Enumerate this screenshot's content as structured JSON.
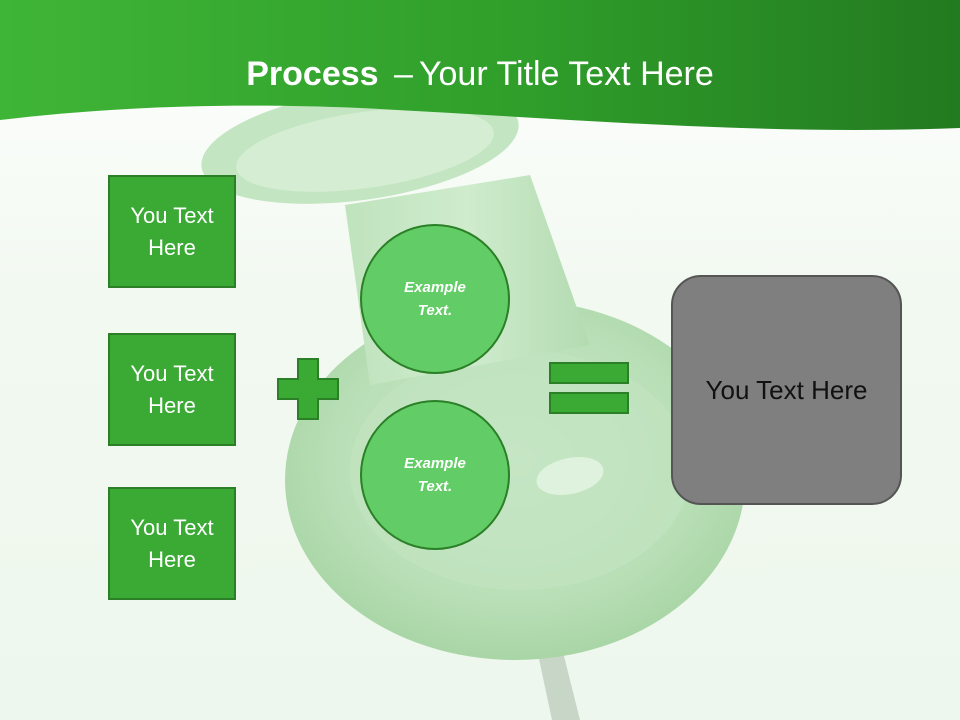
{
  "slide": {
    "title_bold": "Process",
    "title_dash": "–",
    "title_rest": "Your Title Text Here"
  },
  "left_boxes": [
    {
      "label": "You Text Here"
    },
    {
      "label": "You Text Here"
    },
    {
      "label": "You Text Here"
    }
  ],
  "circles": [
    {
      "label": "Example Text."
    },
    {
      "label": "Example Text."
    }
  ],
  "result": {
    "label": "You Text Here"
  },
  "colors": {
    "header_green": "#2f9e2a",
    "box_green": "#3aaa35",
    "circle_green": "#62cc66",
    "border_green": "#2a7f27",
    "result_gray": "#7f7f7f"
  }
}
